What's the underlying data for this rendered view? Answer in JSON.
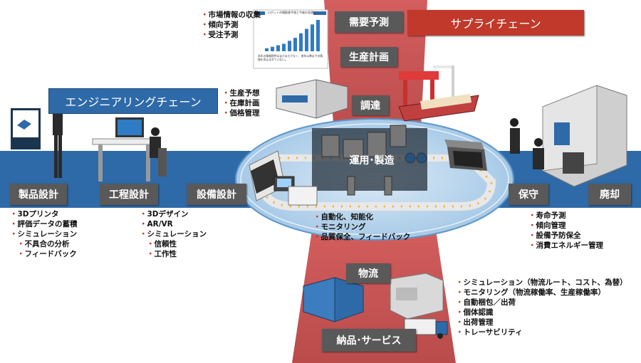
{
  "headers": {
    "engineering_chain": "エンジニアリングチェーン",
    "supply_chain": "サプライチェーン"
  },
  "stages": {
    "product_design": "製品設計",
    "process_design": "工程設計",
    "equipment_design": "設備設計",
    "maintenance": "保守",
    "disposal": "廃却",
    "demand_forecast": "需要予測",
    "production_planning": "生産計画",
    "procurement": "調達",
    "operation": "運用･製造",
    "logistics": "物流",
    "delivery_service": "納品･サービス"
  },
  "lists": {
    "product_design": [
      "3Dプリンタ",
      "評価データの蓄積",
      "シミュレーション"
    ],
    "product_design_sub": [
      "不具合の分析",
      "フィードバック"
    ],
    "process_design": [
      "3Dデザイン",
      "AR/VR",
      "シミュレーション"
    ],
    "process_design_sub": [
      "信頼性",
      "工作性"
    ],
    "operation": [
      "自動化、知能化",
      "モニタリング",
      "品質保全、フィードバック"
    ],
    "maintenance": [
      "寿命予測",
      "傾向管理",
      "設備予防保全",
      "消費エネルギー管理"
    ],
    "logistics": [
      "シミュレーション（物流ルート、コスト、為替）",
      "モニタリング（物流稼働率、生産稼働率）",
      "自動梱包／出荷",
      "個体認識",
      "出荷管理",
      "トレーサビリティ"
    ],
    "planning": [
      "生産予想",
      "在庫計画",
      "価格管理"
    ],
    "market": [
      "市場情報の収集",
      "傾向予測",
      "受注予測"
    ]
  },
  "report_image": {
    "title": "ロボット市場推移予測と今後の見通し",
    "caption": "本年の情報提供はまだまだ少なく、来年以降までの情報を見込まれていない。"
  },
  "report_chart": {
    "type": "bar",
    "values": [
      2,
      3,
      4,
      5,
      7,
      9,
      12,
      15,
      18,
      21
    ]
  },
  "colors": {
    "red": "#c0392b",
    "dark_red": "#a82a2a",
    "blue": "#2f6aa8",
    "gray_box": "#595959",
    "ellipse": "#bfd9ee"
  }
}
